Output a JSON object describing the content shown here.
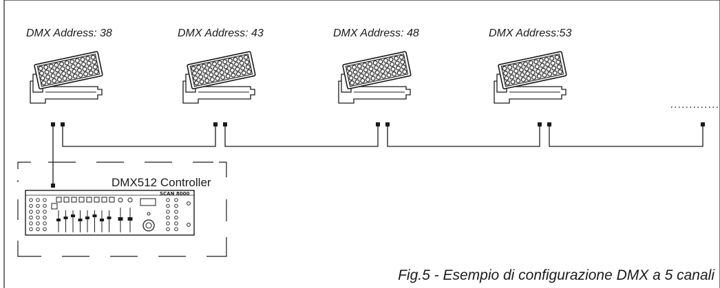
{
  "fixtures": [
    {
      "address_label": "DMX Address: 38"
    },
    {
      "address_label": "DMX Address: 43"
    },
    {
      "address_label": "DMX Address: 48"
    },
    {
      "address_label": "DMX Address:53"
    }
  ],
  "controller": {
    "label": "DMX512 Controller",
    "brand_text": "SCAN 8000"
  },
  "caption": "Fig.5 - Esempio di configurazione DMX a 5 canali",
  "colors": {
    "line": "#1a1a1a",
    "background": "#ffffff"
  }
}
